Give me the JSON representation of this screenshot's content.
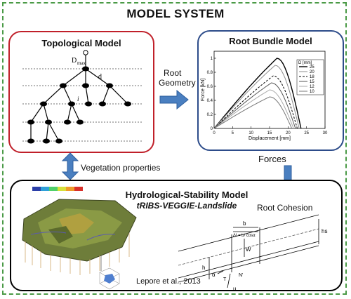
{
  "title": "MODEL SYSTEM",
  "topological": {
    "title": "Topological Model",
    "dmax_main": "D",
    "dmax_sub": "max",
    "di": "d",
    "i_label": "i"
  },
  "root_bundle": {
    "title": "Root Bundle Model",
    "chart_data": {
      "type": "line",
      "xlabel": "Displacement [mm]",
      "ylabel": "Force [kN]",
      "xlim": [
        0,
        30
      ],
      "ylim": [
        0,
        1.1
      ],
      "x_ticks": [
        "0",
        "5",
        "10",
        "15",
        "20",
        "25",
        "30"
      ],
      "y_ticks": [
        "0",
        "0.2",
        "0.4",
        "0.6",
        "0.8",
        "1"
      ],
      "legend_title": "D [mm]",
      "legend_position": "right",
      "series": [
        {
          "name": "25",
          "peak_x": 17.0,
          "peak_y": 1.0,
          "end_x": 23.5,
          "color": "#000000",
          "dash": "none",
          "width": 1.4
        },
        {
          "name": "20",
          "peak_x": 16.5,
          "peak_y": 0.9,
          "end_x": 23.0,
          "color": "#8c8c8c",
          "dash": "none",
          "width": 1.0
        },
        {
          "name": "18",
          "peak_x": 16.0,
          "peak_y": 0.75,
          "end_x": 22.5,
          "color": "#000000",
          "dash": "3,2",
          "width": 1.0
        },
        {
          "name": "15",
          "peak_x": 15.5,
          "peak_y": 0.65,
          "end_x": 22.0,
          "color": "#555555",
          "dash": "none",
          "width": 1.0
        },
        {
          "name": "12",
          "peak_x": 15.0,
          "peak_y": 0.55,
          "end_x": 21.5,
          "color": "#aaaaaa",
          "dash": "none",
          "width": 1.0
        },
        {
          "name": "10",
          "peak_x": 15.0,
          "peak_y": 0.45,
          "end_x": 21.0,
          "color": "#777777",
          "dash": "none",
          "width": 1.0
        }
      ]
    }
  },
  "hydro": {
    "title": "Hydrological-Stability Model",
    "subtitle": "tRIBS-VEGGIE-Landslide",
    "citation": "Lepore et al., 2013",
    "slope_labels": {
      "b": "b",
      "b_formula": "Δl = b/ cosα",
      "W": "W",
      "hs": "hs",
      "h": "h",
      "alpha": "α",
      "T": "T",
      "Nprime": "N'",
      "u": "u"
    }
  },
  "arrows": {
    "root_geometry_line1": "Root",
    "root_geometry_line2": "Geometry",
    "vegetation": "Vegetation properties",
    "forces": "Forces",
    "root_cohesion": "Root Cohesion"
  },
  "colors": {
    "frame": "#4a9a46",
    "topo_border": "#c0202a",
    "root_border": "#2d4c8a",
    "arrow": "#4a7fc0"
  }
}
